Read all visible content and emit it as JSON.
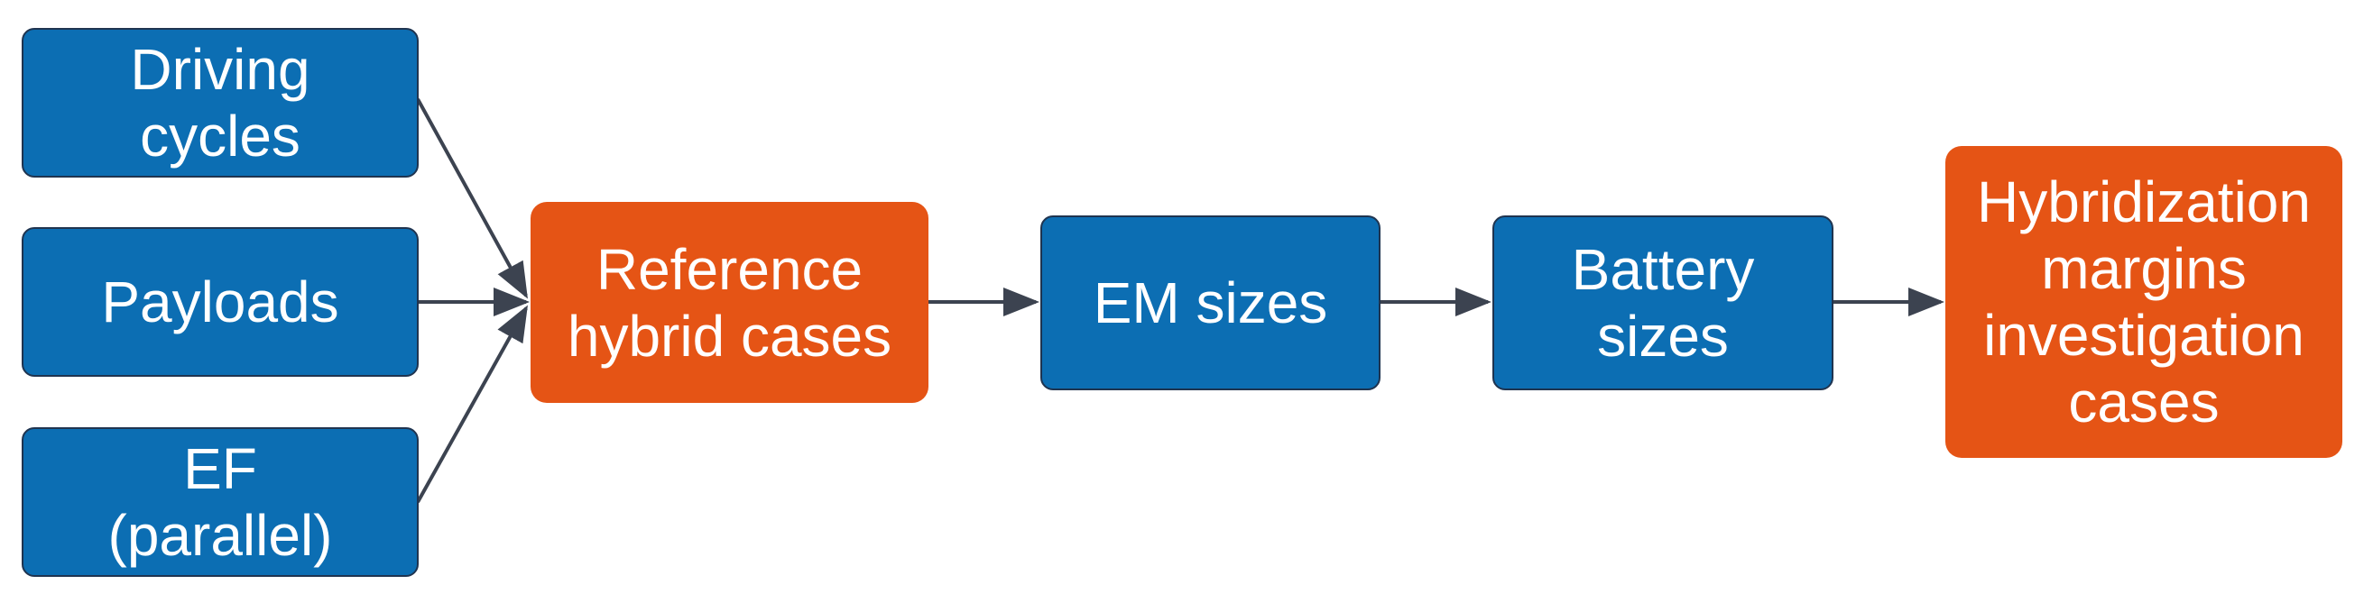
{
  "diagram": {
    "colors": {
      "input_box": "#0c6eb3",
      "input_box_border": "#1f3450",
      "highlight_box": "#e55415",
      "text": "#ffffff",
      "arrow": "#3c4350"
    },
    "inputs": {
      "driving_cycles": "Driving\ncycles",
      "payloads": "Payloads",
      "ef_parallel": "EF\n(parallel)"
    },
    "reference_hybrid_cases": "Reference\nhybrid cases",
    "em_sizes": "EM sizes",
    "battery_sizes": "Battery\nsizes",
    "hybridization_margins": "Hybridization\nmargins\ninvestigation\ncases"
  }
}
